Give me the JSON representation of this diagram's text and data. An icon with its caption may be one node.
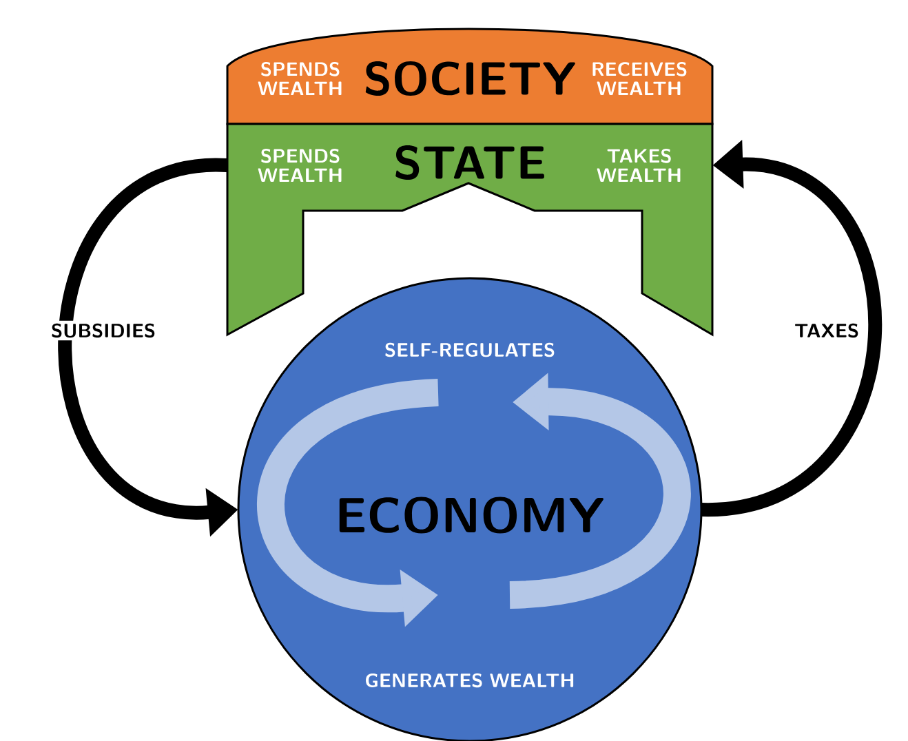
{
  "diagram": {
    "nodes": [
      {
        "text": [
          "SPENDS WEALTH",
          "SOCIETY",
          "RECEIVES WEALTH"
        ]
      },
      {
        "text": [
          "SPENDS WEALTH",
          "STATE",
          "TAKES WEALTH"
        ]
      },
      {
        "text": [
          "SELF-REGULATES",
          "ECONOMY",
          "GENERATES WEALTH"
        ]
      }
    ],
    "edges": [
      {
        "from": 1,
        "to": 2,
        "arrow": "to",
        "label": "SUBSIDIES"
      },
      {
        "from": 2,
        "to": 1,
        "arrow": "to",
        "label": "TAXES"
      }
    ]
  }
}
